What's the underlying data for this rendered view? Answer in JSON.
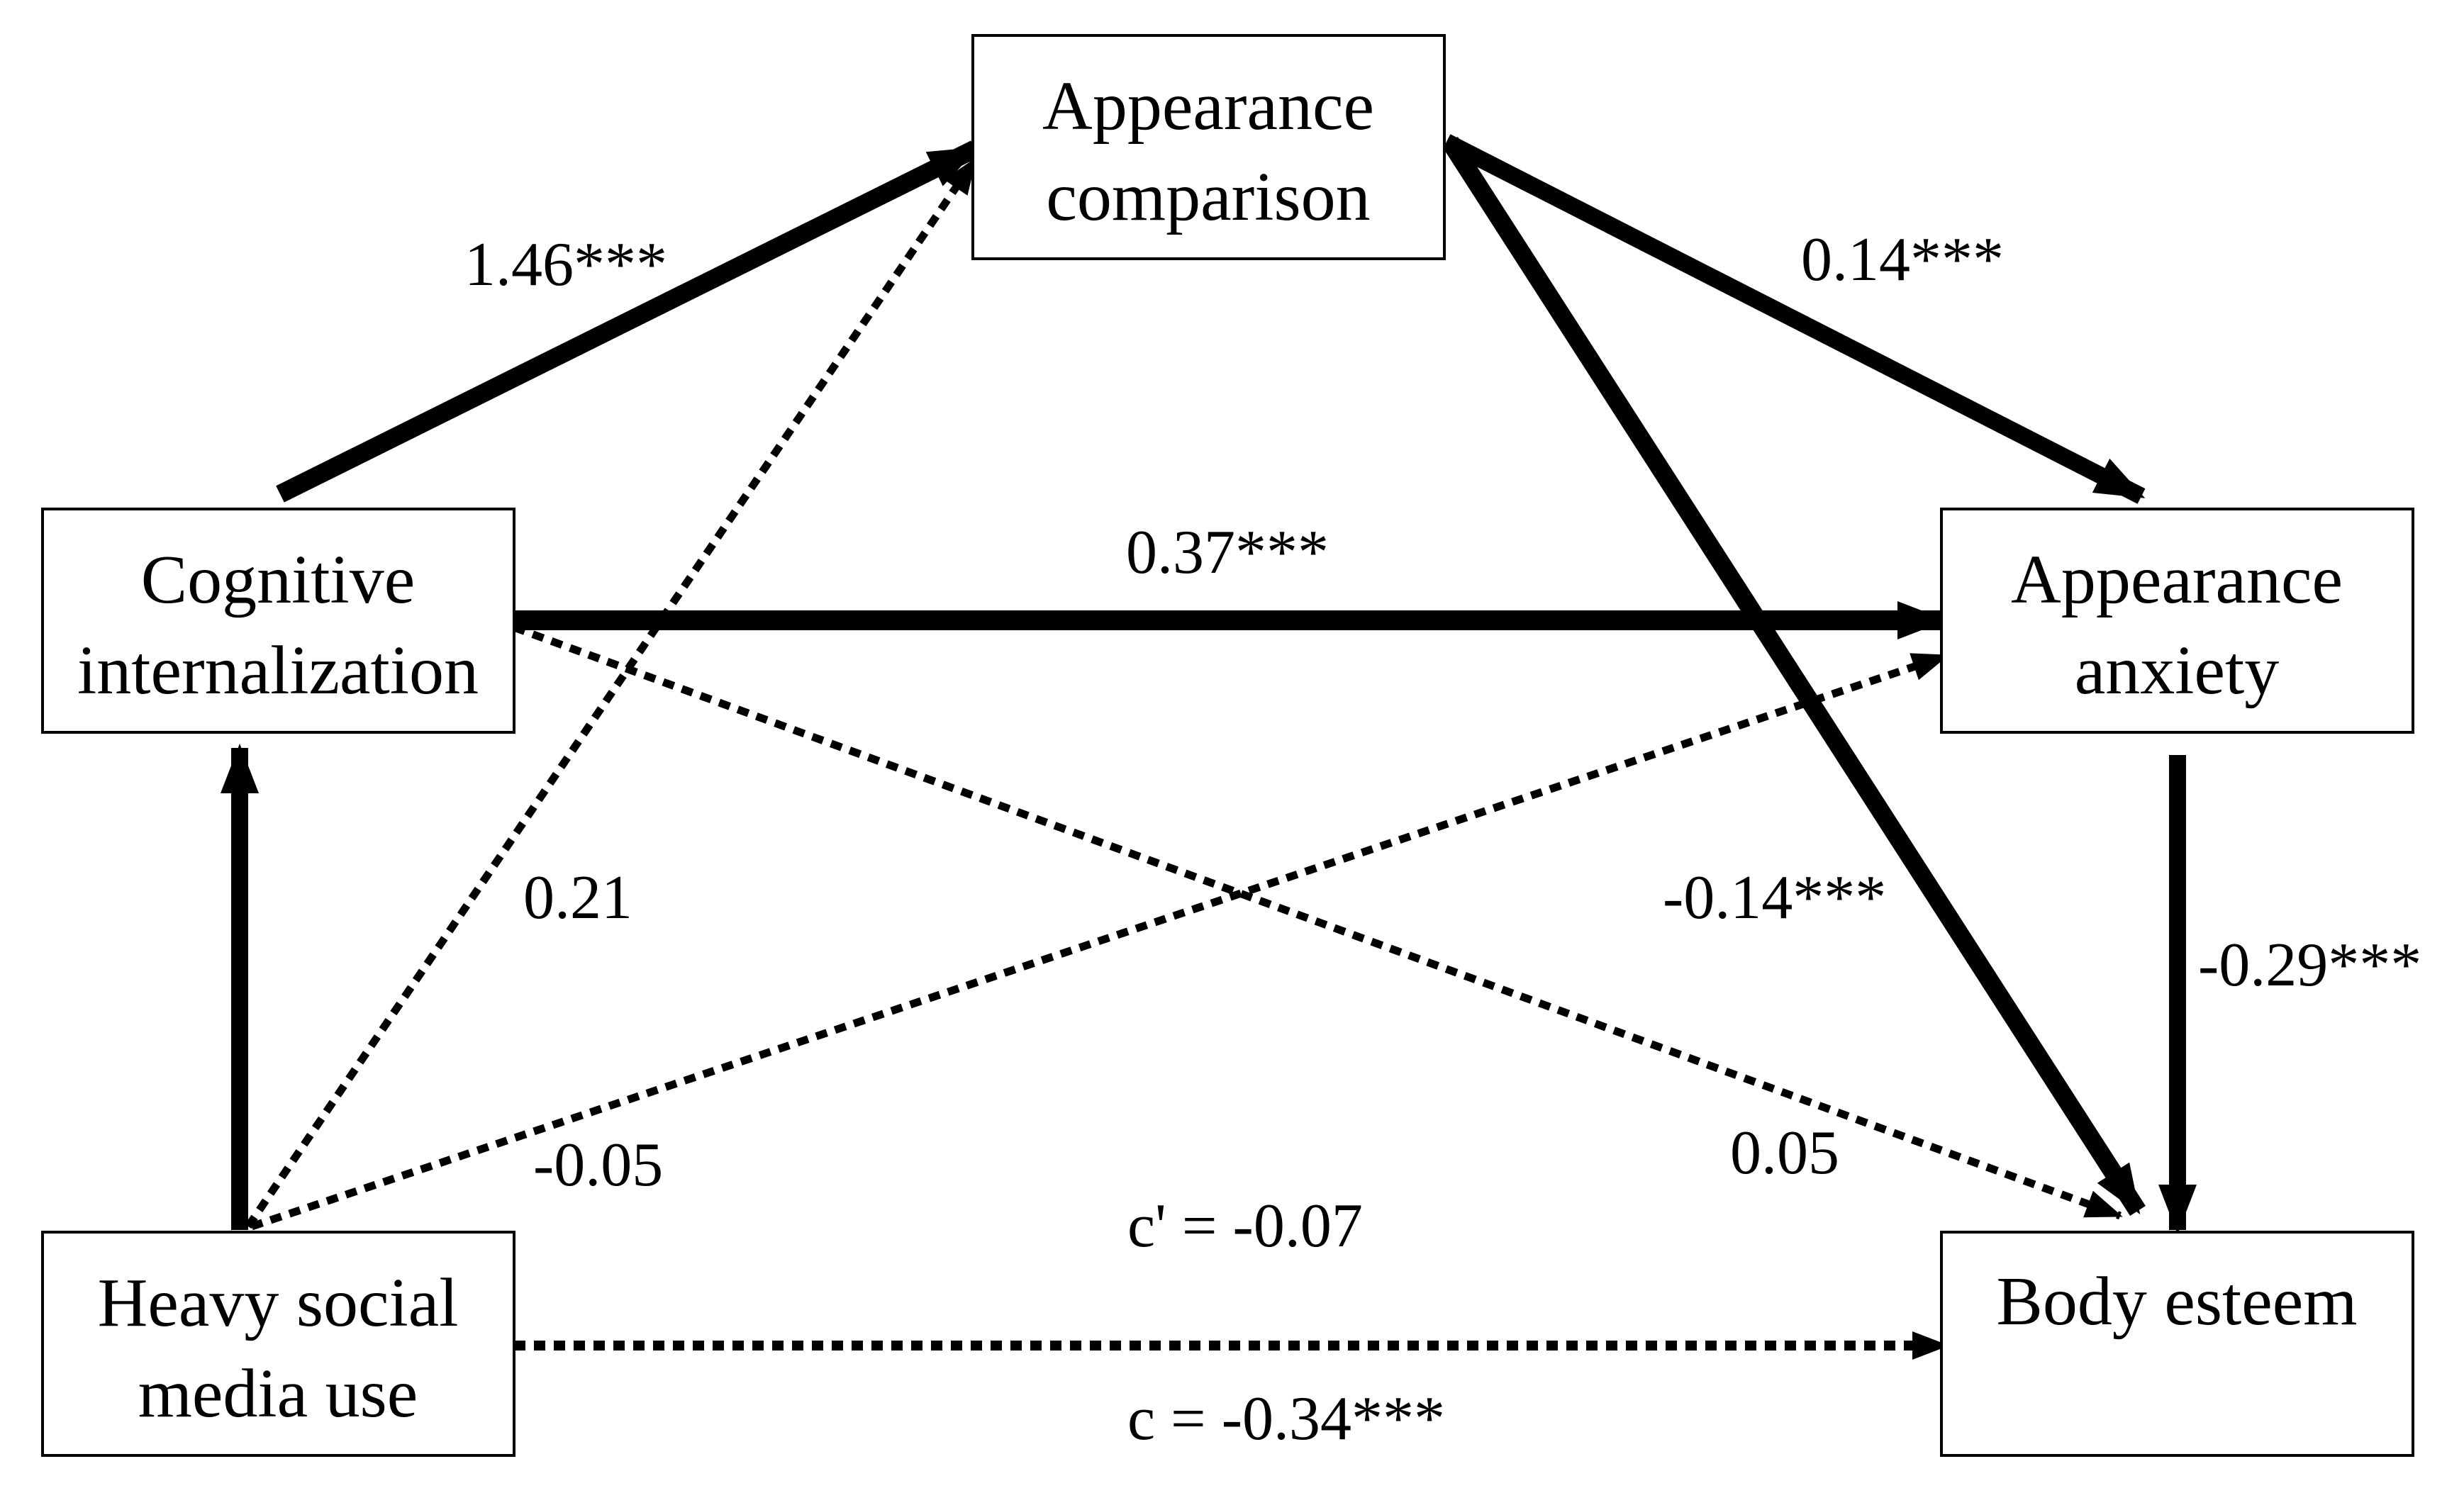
{
  "nodes": {
    "appearance_comparison": {
      "line1": "Appearance",
      "line2": "comparison"
    },
    "cognitive_internalization": {
      "line1": "Cognitive",
      "line2": "internalization"
    },
    "appearance_anxiety": {
      "line1": "Appearance",
      "line2": "anxiety"
    },
    "heavy_social_media_use": {
      "line1": "Heavy social",
      "line2": "media use"
    },
    "body_esteem": {
      "line1": "Body esteem"
    }
  },
  "paths": {
    "ci_to_ac": "1.46***",
    "ac_to_aa": "0.14***",
    "ci_to_aa": "0.37***",
    "hsmu_to_ac": "0.21",
    "ac_to_be": "-0.14***",
    "aa_to_be": "-0.29***",
    "hsmu_to_aa": "-0.05",
    "ci_to_be": "0.05",
    "direct_effect": "c' = -0.07",
    "total_effect": "c = -0.34***"
  }
}
